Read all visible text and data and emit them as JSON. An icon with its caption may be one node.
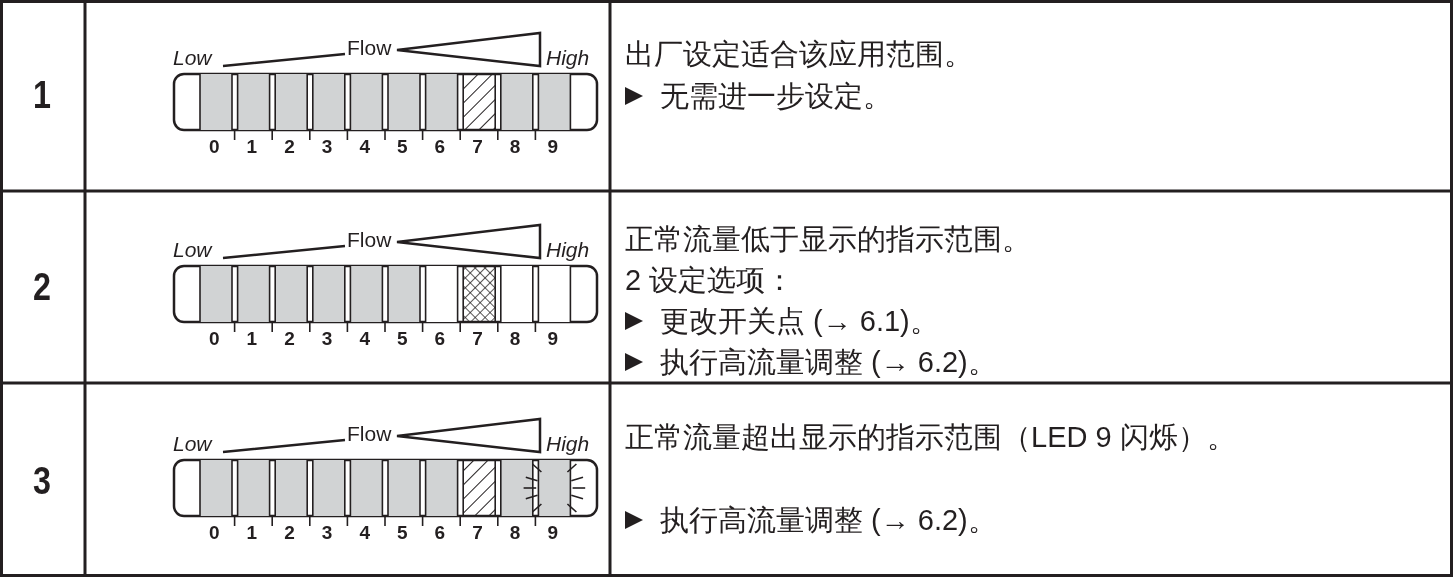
{
  "diagram": {
    "labels": [
      "1",
      "Low",
      "Flow",
      "High",
      "0",
      "1",
      "2",
      "3",
      "4",
      "5",
      "6",
      "7",
      "8",
      "9",
      "出厂设定适合该应用范围。",
      "无需进一步设定。",
      "2",
      "Low",
      "Flow",
      "High",
      "0",
      "1",
      "2",
      "3",
      "4",
      "5",
      "6",
      "7",
      "8",
      "9",
      "正常流量低于显示的指示范围。",
      "2 设定选项：",
      "更改开关点 (→ 6.1)。",
      "执行高流量调整 (→ 6.2)。",
      "3",
      "Low",
      "Flow",
      "High",
      "0",
      "1",
      "2",
      "3",
      "4",
      "5",
      "6",
      "7",
      "8",
      "9",
      "正常流量超出显示的指示范围（LED 9 闪烁）。",
      "执行高流量调整 (→ 6.2)。"
    ]
  }
}
